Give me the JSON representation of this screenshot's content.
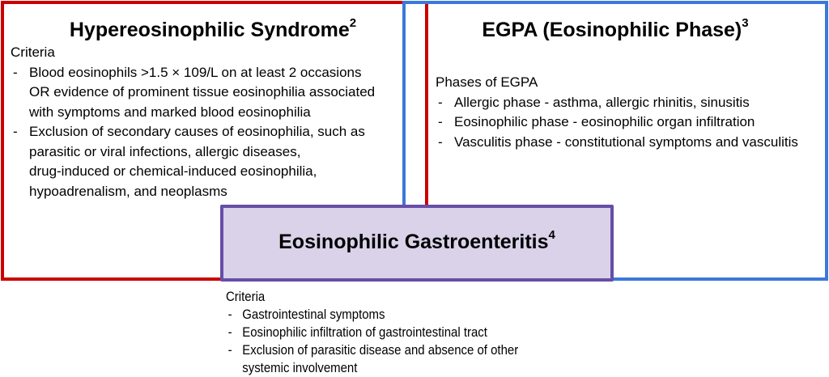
{
  "hes": {
    "title": "Hypereosinophilic Syndrome",
    "ref": "2",
    "heading": "Criteria",
    "items": [
      {
        "lines": [
          "Blood eosinophils >1.5 × 109/L on at least 2 occasions",
          "OR evidence of prominent tissue eosinophilia associated",
          "with symptoms and marked blood eosinophilia"
        ]
      },
      {
        "lines": [
          "Exclusion of secondary causes of eosinophilia, such as",
          "parasitic or viral infections, allergic diseases,",
          "drug-induced or chemical-induced eosinophilia,",
          "hypoadrenalism, and neoplasms"
        ]
      }
    ]
  },
  "egpa": {
    "title": "EGPA (Eosinophilic Phase)",
    "ref": "3",
    "heading": "Phases of EGPA",
    "items": [
      "Allergic phase - asthma, allergic rhinitis, sinusitis",
      "Eosinophilic phase - eosinophilic organ infiltration",
      "Vasculitis phase - constitutional symptoms and vasculitis"
    ]
  },
  "egid": {
    "title": "Eosinophilic Gastroenteritis",
    "ref": "4",
    "heading": "Criteria",
    "items": [
      {
        "lines": [
          "Gastrointestinal symptoms"
        ]
      },
      {
        "lines": [
          "Eosinophilic infiltration of gastrointestinal tract"
        ]
      },
      {
        "lines": [
          "Exclusion of parasitic disease and absence of other",
          "systemic involvement"
        ]
      }
    ]
  },
  "bullet": "-",
  "colors": {
    "hes": "#cc0000",
    "egpa": "#3c78d8",
    "egid_border": "#674ea7",
    "egid_fill": "#d9d2e9"
  }
}
